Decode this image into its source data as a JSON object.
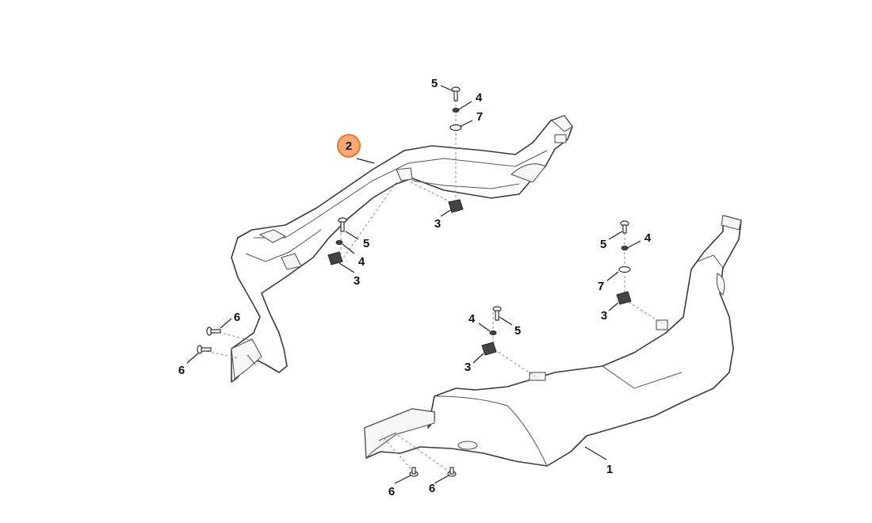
{
  "labels": {
    "part_1": "1",
    "part_2": "2",
    "part_3": "3",
    "part_4": "4",
    "part_5": "5",
    "part_6": "6",
    "part_7": "7"
  },
  "colors": {
    "highlight_fill": "#f7a873",
    "highlight_stroke": "#e07b35",
    "line": "#3a3a3a"
  }
}
